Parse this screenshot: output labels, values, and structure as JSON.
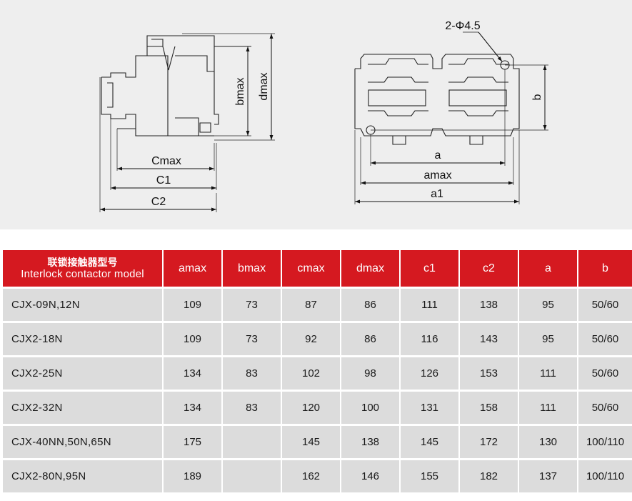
{
  "diagram": {
    "left_labels": {
      "cmax": "Cmax",
      "c1": "C1",
      "c2": "C2",
      "bmax": "bmax",
      "dmax": "dmax"
    },
    "right_labels": {
      "hole": "2-Φ4.5",
      "a": "a",
      "amax": "amax",
      "a1": "a1",
      "b": "b"
    }
  },
  "table": {
    "header_model_zh": "联锁接触器型号",
    "header_model_en": "Interlock contactor model",
    "columns": [
      "amax",
      "bmax",
      "cmax",
      "dmax",
      "c1",
      "c2",
      "a",
      "b"
    ],
    "rows": [
      {
        "model": "CJX-09N,12N",
        "values": [
          "109",
          "73",
          "87",
          "86",
          "111",
          "138",
          "95",
          "50/60"
        ]
      },
      {
        "model": "CJX2-18N",
        "values": [
          "109",
          "73",
          "92",
          "86",
          "116",
          "143",
          "95",
          "50/60"
        ]
      },
      {
        "model": "CJX2-25N",
        "values": [
          "134",
          "83",
          "102",
          "98",
          "126",
          "153",
          "111",
          "50/60"
        ]
      },
      {
        "model": "CJX2-32N",
        "values": [
          "134",
          "83",
          "120",
          "100",
          "131",
          "158",
          "111",
          "50/60"
        ]
      },
      {
        "model": "CJX-40NN,50N,65N",
        "values": [
          "175",
          "",
          "145",
          "138",
          "145",
          "172",
          "130",
          "100/110"
        ]
      },
      {
        "model": "CJX2-80N,95N",
        "values": [
          "189",
          "",
          "162",
          "146",
          "155",
          "182",
          "137",
          "100/110"
        ]
      }
    ]
  },
  "colors": {
    "header_bg": "#d51920",
    "row_bg": "#dcdcdc",
    "panel_bg": "#eeeeee"
  }
}
